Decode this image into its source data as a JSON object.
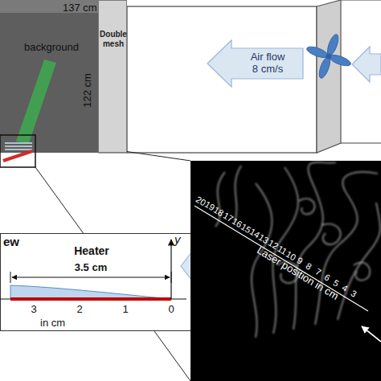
{
  "diagram": {
    "nodes": [
      {
        "text": [
          "background"
        ]
      },
      {
        "text": [
          "Double mesh"
        ]
      },
      {
        "text": [
          "Air flow 8 cm/s"
        ]
      },
      {
        "text": [
          "ew",
          "Heater"
        ]
      },
      {
        "text": [
          "Air flow 8 cm/s"
        ],
        "in": 3
      },
      {
        "text": [
          "Laser position in cm"
        ]
      }
    ],
    "labels": [
      "137 cm",
      "122 cm",
      "y",
      "3.5 cm",
      "3",
      "2",
      "1",
      "0",
      "in cm",
      "20",
      "19",
      "18",
      "17",
      "16",
      "15",
      "14",
      "13",
      "12",
      "11",
      "10",
      "9",
      "8",
      "7",
      "6",
      "5",
      "4",
      "3"
    ]
  }
}
